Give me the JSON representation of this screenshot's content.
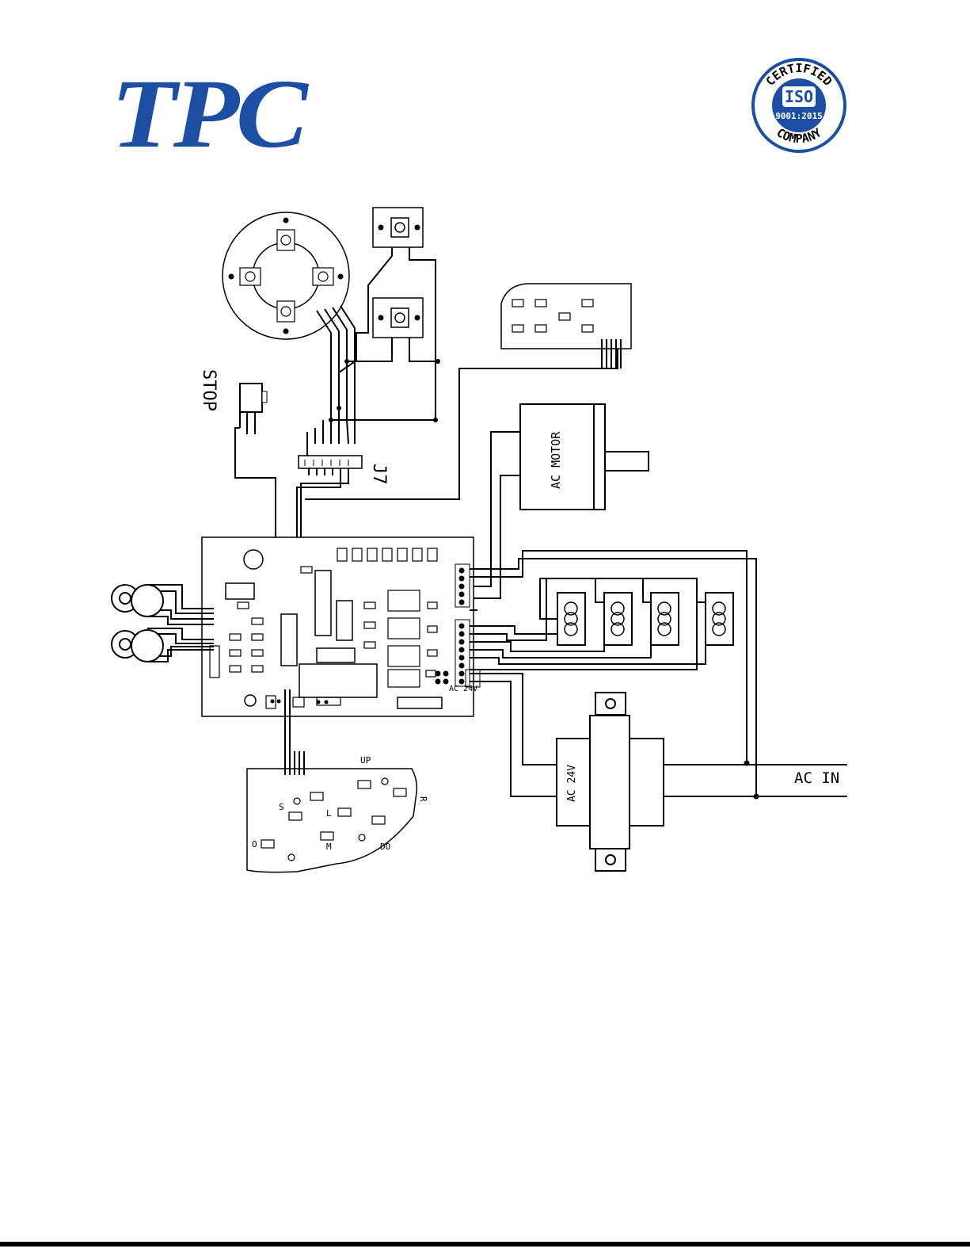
{
  "header": {
    "company_logo": "TPC",
    "iso_badge": {
      "top_arc": "CERTIFIED",
      "center": "ISO",
      "standard": "9001:2015",
      "bottom_arc": "COMPANY",
      "color": "#1c4fa3"
    }
  },
  "diagram": {
    "labels": {
      "stop": "STOP",
      "connector": "J7",
      "motor": "AC MOTOR",
      "transformer": "AC 24V",
      "ac_in": "AC IN",
      "remote_up": "UP",
      "remote_right": "R",
      "remote_left": "L",
      "remote_s": "S",
      "remote_m": "M",
      "remote_do": "DO",
      "remote_o": "O",
      "board_ac24": "AC 24V"
    }
  }
}
